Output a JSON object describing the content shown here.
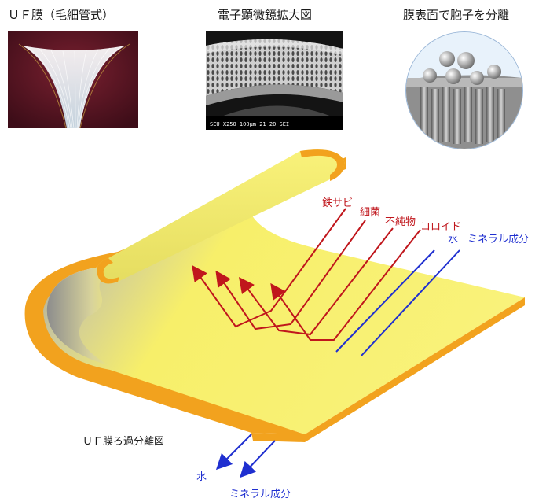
{
  "photos": {
    "uf_membrane": "ＵＦ膜（毛細管式）",
    "sem": "電子顕微鏡拡大図",
    "surface": "膜表面で胞子を分離"
  },
  "sem_scale_text": "SEU  X250 100μm   21 20 SEI",
  "diagram": {
    "title": "ＵＦ膜ろ過分離図",
    "rejected": [
      "鉄サビ",
      "細菌",
      "不純物",
      "コロイド"
    ],
    "passing_top": [
      "水",
      "ミネラル成分"
    ],
    "passing_bottom": [
      "水",
      "ミネラル成分"
    ]
  },
  "colors": {
    "membrane": "#f7ef6a",
    "edge": "#f2a21e",
    "rejected": "#c0161c",
    "passing": "#1f2fd0"
  }
}
